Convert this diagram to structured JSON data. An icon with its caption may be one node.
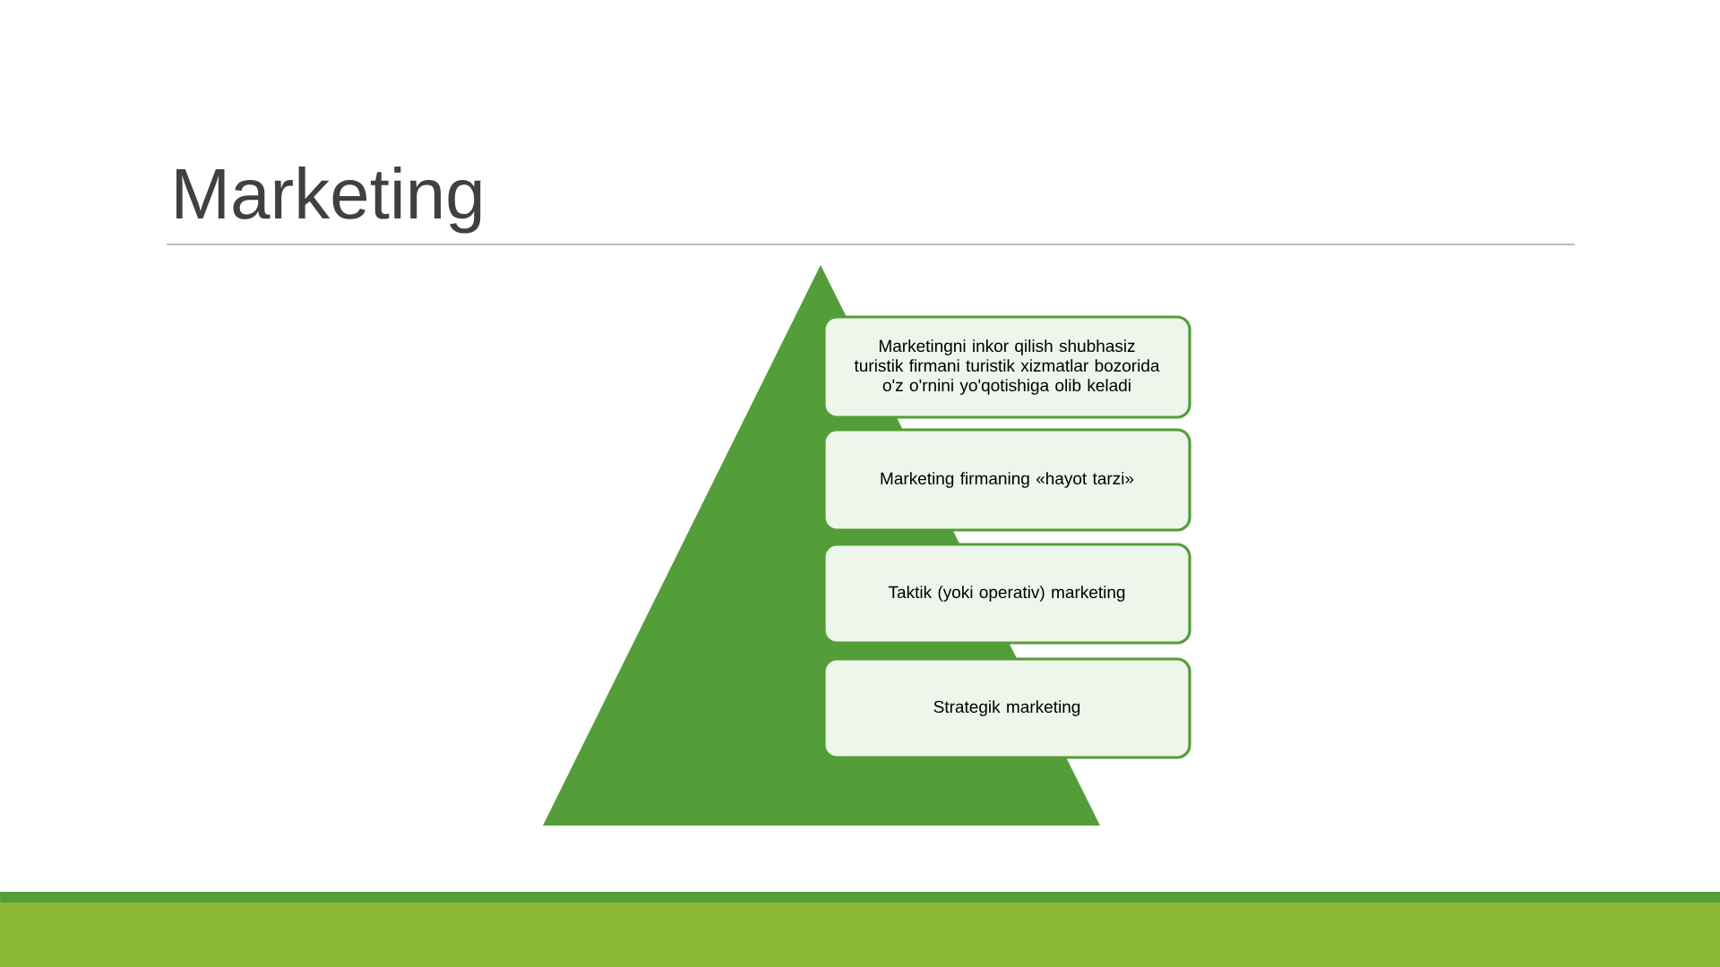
{
  "diagram": {
    "title": "Marketing",
    "nodes": [
      {
        "text": [
          "Marketingni inkor qilish shubhasiz turistik firmani turistik xizmatlar bozorida o'z o'rnini yo'qotishiga olib keladi"
        ]
      },
      {
        "text": [
          "Marketing firmaning «hayot tarzi»"
        ]
      },
      {
        "text": [
          "Taktik (yoki operativ) marketing"
        ]
      },
      {
        "text": [
          "Strategik marketing"
        ]
      }
    ]
  }
}
